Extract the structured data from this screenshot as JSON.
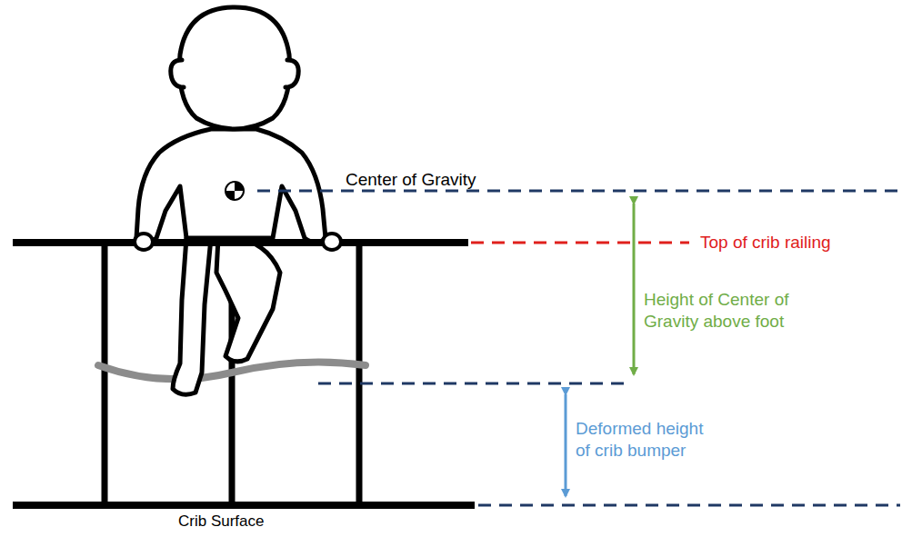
{
  "diagram": {
    "labels": [
      "Center of Gravity",
      "Top of crib railing",
      "Height of Center of Gravity above foot",
      "Deformed height of crib bumper",
      "Crib Surface"
    ]
  }
}
